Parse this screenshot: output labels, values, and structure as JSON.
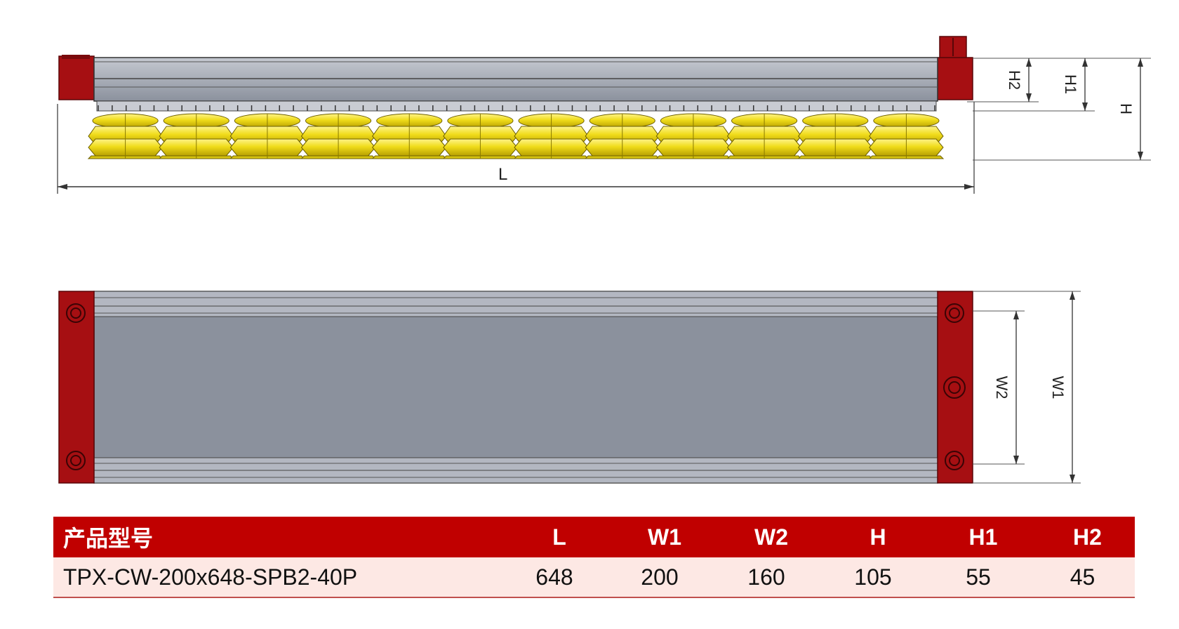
{
  "colors": {
    "endcap": "#a60f12",
    "endcap_dark": "#7a0a0c",
    "body": "#8b919d",
    "body_light": "#b3b7c1",
    "bellows": "#f0dc1a",
    "bellows_dark": "#b8a000",
    "table_header": "#c00000",
    "table_row": "#fde8e4"
  },
  "side_view": {
    "dimensions": {
      "L": "L",
      "H": "H",
      "H1": "H1",
      "H2": "H2"
    },
    "suction_cup_count": 12
  },
  "top_view": {
    "dimensions": {
      "W1": "W1",
      "W2": "W2"
    }
  },
  "spec_table": {
    "headers": [
      "产品型号",
      "L",
      "W1",
      "W2",
      "H",
      "H1",
      "H2"
    ],
    "row": [
      "TPX-CW-200x648-SPB2-40P",
      "648",
      "200",
      "160",
      "105",
      "55",
      "45"
    ]
  }
}
